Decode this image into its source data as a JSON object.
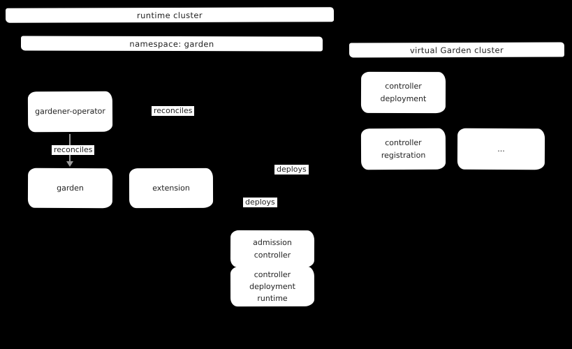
{
  "diagram": {
    "colors": {
      "background": "#000000",
      "shape_fill": "#ffffff",
      "text": "#1e1e1e",
      "arrow": "#9c9c9c"
    },
    "banners": {
      "runtime_cluster": "runtime cluster",
      "namespace_garden": "namespace: garden",
      "virtual_garden_cluster": "virtual Garden cluster"
    },
    "nodes": {
      "gardener_operator": "gardener-operator",
      "garden": "garden",
      "extension": "extension",
      "admission_controller": "admission controller",
      "controller_deployment_runtime": "controller\ndeployment runtime",
      "controller_deployment": "controller\ndeployment",
      "controller_registration": "controller\nregistration",
      "more_placeholder": "..."
    },
    "labels": {
      "reconciles_extension": "reconciles",
      "reconciles_garden": "reconciles",
      "deploys_upper": "deploys",
      "deploys_lower": "deploys"
    }
  }
}
